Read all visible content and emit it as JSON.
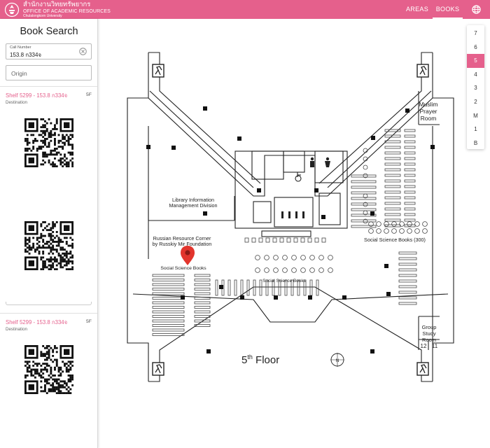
{
  "header": {
    "org_thai": "สำนักงานวิทยทรัพยากร",
    "org_english": "OFFICE OF ACADEMIC RESOURCES",
    "org_university": "Chulalongkorn University",
    "nav": {
      "areas": "AREAS",
      "books": "BOOKS"
    }
  },
  "sidebar": {
    "title": "Book Search",
    "call_number": {
      "label": "Call Number",
      "value": "153.8 ก334จ"
    },
    "origin": {
      "placeholder": "Origin"
    },
    "results": [
      {
        "shelf": "Shelf  5299  -  153.8  ก334จ",
        "floor": "5F",
        "destination": "Destination"
      },
      {
        "shelf": "Shelf  5299  -  153.8  ก334จ",
        "floor": "5F",
        "destination": "Destination"
      }
    ]
  },
  "floors": {
    "items": [
      "7",
      "6",
      "5",
      "4",
      "3",
      "2",
      "M",
      "1",
      "B"
    ],
    "active": "5"
  },
  "map": {
    "floor_title": "5",
    "floor_suffix": "th",
    "floor_word": " Floor",
    "labels": {
      "library_info_1": "Library Information",
      "library_info_2": "Management Division",
      "russian_1": "Russian Resource Corner",
      "russian_2": "by Russkiy Mir Foundation",
      "social_left": "Social Science Books",
      "social_center": "Social Science Books",
      "social_right": "Social Science Books (300)",
      "muslim_1": "Muslim",
      "muslim_2": "Prayer",
      "muslim_3": "Room",
      "group_1": "Group",
      "group_2": "Study",
      "group_3": "Room",
      "room_12": "12",
      "room_11": "11",
      "compass": "N"
    }
  },
  "colors": {
    "accent": "#e5608c",
    "marker": "#e2352d"
  }
}
